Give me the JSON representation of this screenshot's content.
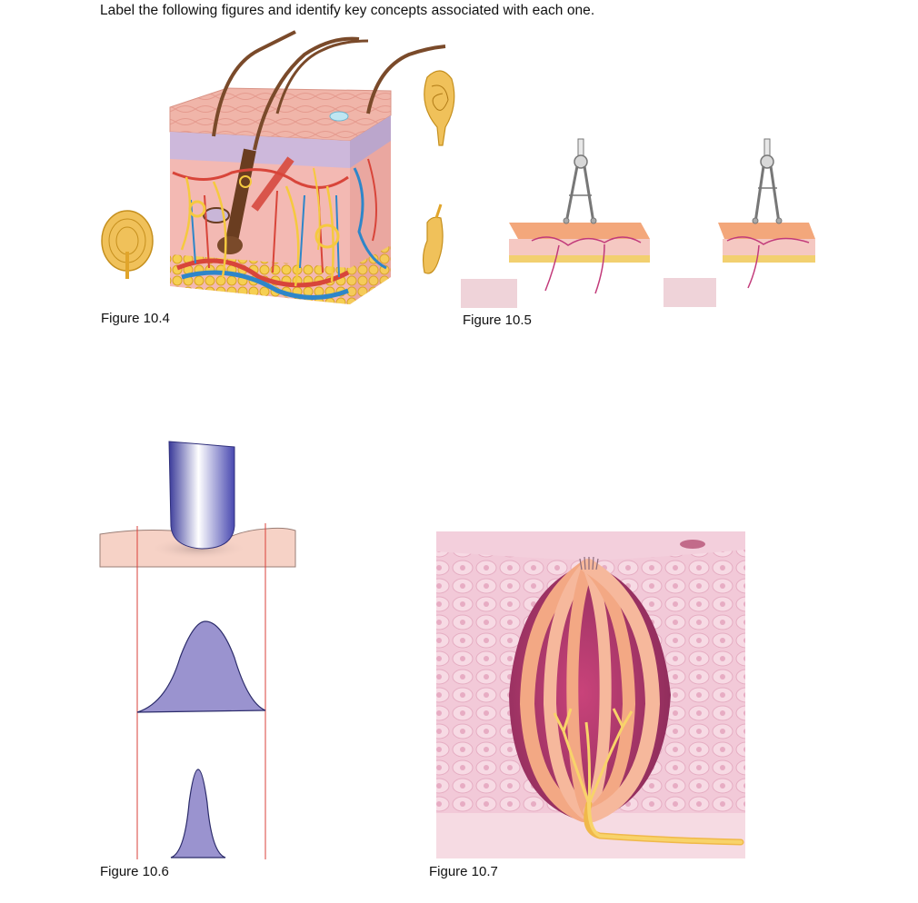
{
  "instruction": "Label the following figures and identify key concepts associated with each one.",
  "figures": [
    {
      "caption": "Figure 10.4",
      "icon": "skin-cross-section-illustration"
    },
    {
      "caption": "Figure 10.5",
      "icon": "two-point-discrimination-calipers-illustration"
    },
    {
      "caption": "Figure 10.6",
      "icon": "receptive-field-pressure-probe-illustration"
    },
    {
      "caption": "Figure 10.7",
      "icon": "taste-bud-illustration"
    }
  ],
  "colors": {
    "skin_pink": "#f2b7b2",
    "epidermis_lavender": "#c9b6d8",
    "fat_yellow": "#f1c23c",
    "nerve_yellow": "#f5c93f",
    "artery_red": "#d8453a",
    "vein_blue": "#2e86c9",
    "probe_purple": "#5a5ab4",
    "curve_fill": "#9a93cf",
    "guide_red": "#d9403a",
    "label_blank": "#efd3d9",
    "taste_cell_pink": "#e7a6b6"
  }
}
